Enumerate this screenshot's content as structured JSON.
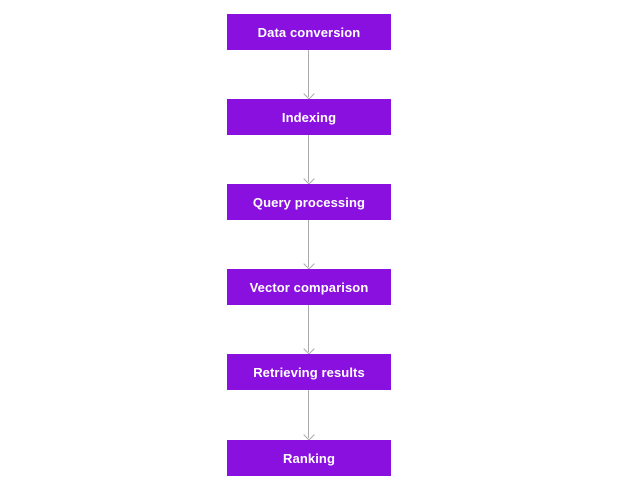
{
  "diagram": {
    "type": "flowchart",
    "direction": "top-to-bottom",
    "nodes": [
      {
        "id": "data-conversion",
        "label": "Data conversion"
      },
      {
        "id": "indexing",
        "label": "Indexing"
      },
      {
        "id": "query-processing",
        "label": "Query processing"
      },
      {
        "id": "vector-comparison",
        "label": "Vector comparison"
      },
      {
        "id": "retrieving-results",
        "label": "Retrieving results"
      },
      {
        "id": "ranking",
        "label": "Ranking"
      }
    ],
    "edges": [
      {
        "from": "data-conversion",
        "to": "indexing",
        "style": "arrow-down"
      },
      {
        "from": "indexing",
        "to": "query-processing",
        "style": "arrow-down"
      },
      {
        "from": "query-processing",
        "to": "vector-comparison",
        "style": "arrow-down"
      },
      {
        "from": "vector-comparison",
        "to": "retrieving-results",
        "style": "arrow-down"
      },
      {
        "from": "retrieving-results",
        "to": "ranking",
        "style": "arrow-down"
      }
    ],
    "colors": {
      "node_fill": "#8a10e0",
      "node_text": "#ffffff",
      "arrow": "#a9a9a9",
      "background": "#ffffff"
    }
  }
}
